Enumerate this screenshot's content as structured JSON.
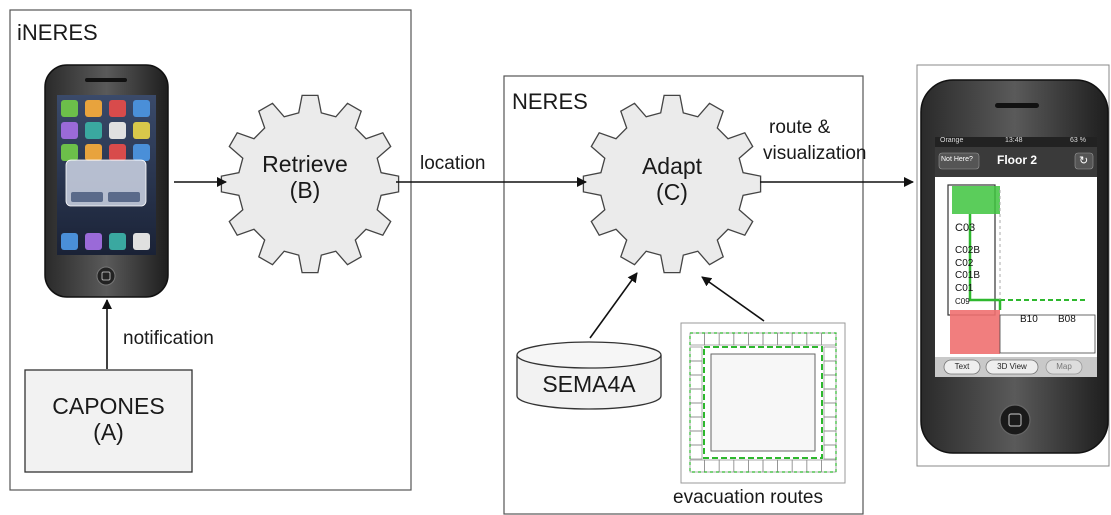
{
  "containers": {
    "ineres": "iNERES",
    "neres": "NERES"
  },
  "nodes": {
    "capones": {
      "line1": "CAPONES",
      "line2": "(A)"
    },
    "retrieve": {
      "line1": "Retrieve",
      "line2": "(B)"
    },
    "adapt": {
      "line1": "Adapt",
      "line2": "(C)"
    },
    "sema4a": "SEMA4A"
  },
  "edge_labels": {
    "notification": "notification",
    "location": "location",
    "route_viz_1": "route &",
    "route_viz_2": "visualization",
    "evacuation_routes": "evacuation routes"
  },
  "phone_screen": {
    "carrier": "Orange",
    "time": "13:48",
    "battery": "63 %",
    "nav_button": "Not Here?",
    "title": "Floor 2",
    "rooms": [
      "C03",
      "C02B",
      "C02",
      "C01B",
      "C01",
      "C09",
      "B10",
      "B08"
    ],
    "buttons": [
      "Text",
      "3D View",
      "Map"
    ]
  },
  "colors": {
    "gear_fill": "#ebebeb",
    "box_fill": "#f2f2f2",
    "route_green": "#2eb82e",
    "highlight_red": "#f07070"
  }
}
